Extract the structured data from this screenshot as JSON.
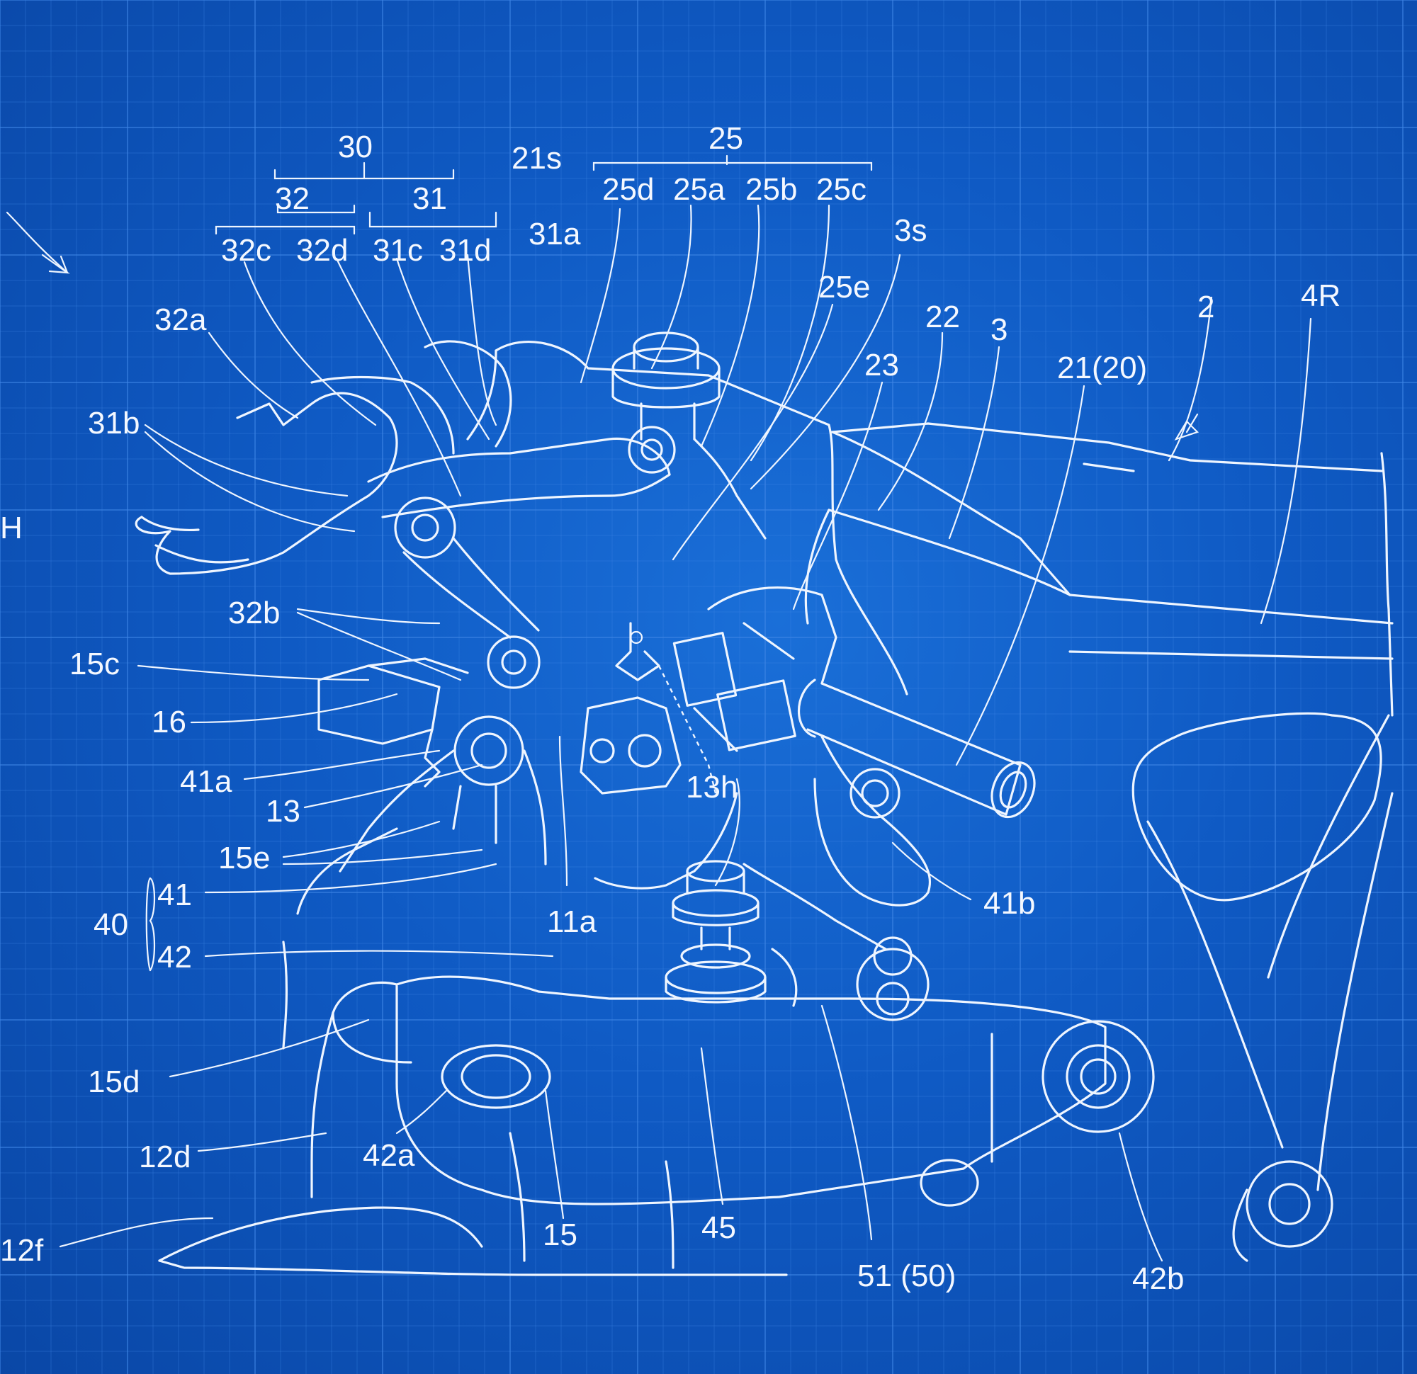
{
  "colors": {
    "background": "#0f5ac4",
    "grid": "#3f86e6",
    "line": "#eef5ff"
  },
  "labels": {
    "l30": "30",
    "l32": "32",
    "l31": "31",
    "l32c": "32c",
    "l32d": "32d",
    "l31c": "31c",
    "l31d": "31d",
    "l21s": "21s",
    "l31a": "31a",
    "l25": "25",
    "l25d": "25d",
    "l25a": "25a",
    "l25b": "25b",
    "l25c": "25c",
    "l3s": "3s",
    "l25e": "25e",
    "l32a": "32a",
    "l2": "2",
    "l4R": "4R",
    "l22": "22",
    "l3": "3",
    "l23": "23",
    "l21_20": "21(20)",
    "l31b": "31b",
    "lH": "H",
    "l32b": "32b",
    "l15c": "15c",
    "l16": "16",
    "l41a": "41a",
    "l13": "13",
    "l13h": "13h",
    "l15e": "15e",
    "l40": "40",
    "l41": "41",
    "l42": "42",
    "l11a": "11a",
    "l41b": "41b",
    "l15d": "15d",
    "l12d": "12d",
    "l42a": "42a",
    "l12f": "12f",
    "l15": "15",
    "l45": "45",
    "l51_50": "51 (50)",
    "l42b": "42b"
  }
}
